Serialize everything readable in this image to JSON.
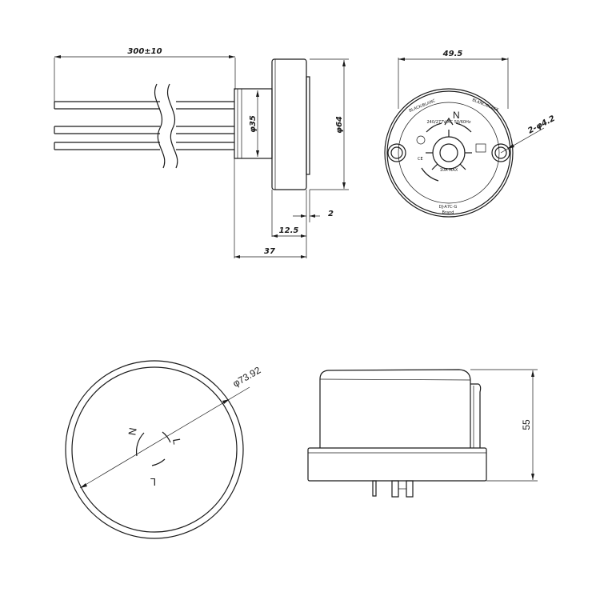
{
  "top_side_view": {
    "cable_length": "300±10",
    "body_diameter": "φ35",
    "cap_diameter": "φ64",
    "gap": "2",
    "cap_thickness": "12.5",
    "overall_length": "37"
  },
  "top_end_view": {
    "width": "49.5",
    "mounting_holes": "2-φ4.2",
    "north_marker": "N",
    "face_text": {
      "rim_top_left": "BLACK/BLANC",
      "rim_top_right": "BLANC/BLACK",
      "rating_line": "240/277V AC 50/60Hz",
      "load_line": "10A MAX",
      "model": "DJ-A7C-G",
      "brand": "Brand"
    }
  },
  "bottom_top_view": {
    "outer_diameter": "φ73.92",
    "pin_labels": [
      "N",
      "L",
      "L"
    ]
  },
  "bottom_side_view": {
    "height": "55"
  }
}
